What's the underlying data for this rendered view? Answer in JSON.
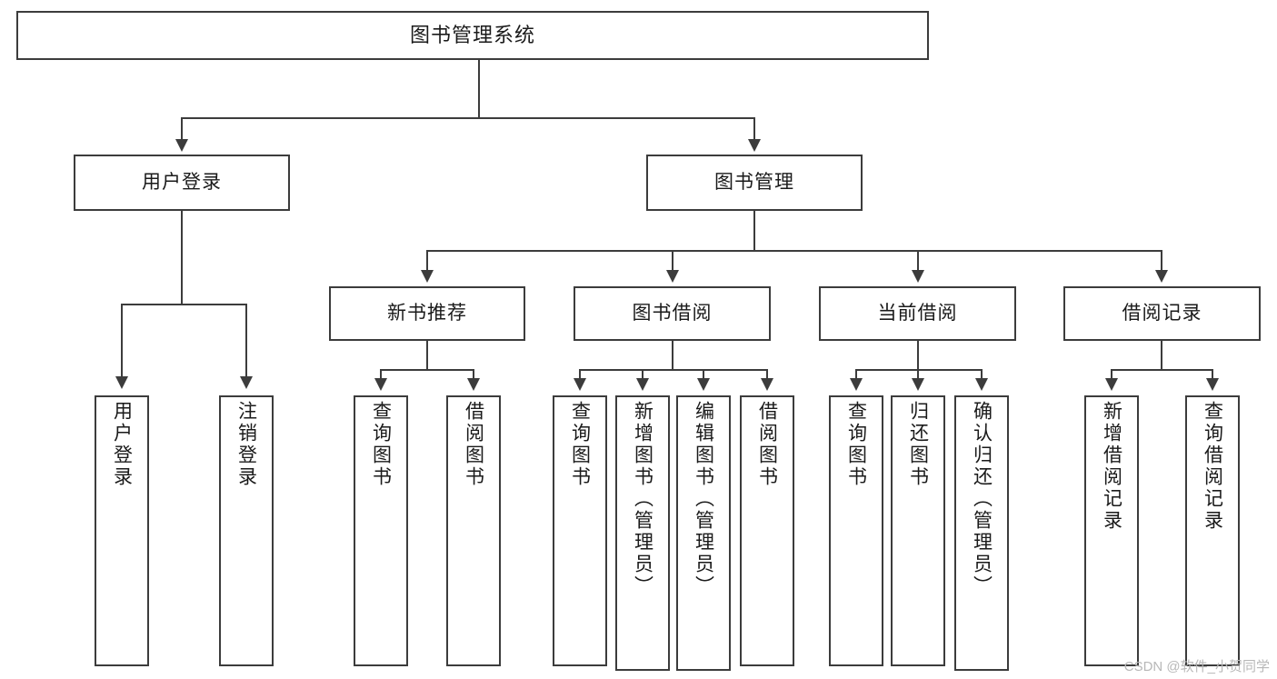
{
  "diagram": {
    "type": "tree",
    "title": "图书管理系统",
    "watermark": "CSDN @软件_小贺同学",
    "colors": {
      "stroke": "#3c3c3c",
      "fill": "#ffffff",
      "text": "#1a1a1a",
      "watermark": "#b8b8b8"
    },
    "root": {
      "label": "图书管理系统"
    },
    "level2": [
      {
        "label": "用户登录"
      },
      {
        "label": "图书管理"
      }
    ],
    "level3": [
      {
        "label": "新书推荐"
      },
      {
        "label": "图书借阅"
      },
      {
        "label": "当前借阅"
      },
      {
        "label": "借阅记录"
      }
    ],
    "leaves": {
      "user_login": [
        {
          "label": "用户登录"
        },
        {
          "label": "注销登录"
        }
      ],
      "new_book": [
        {
          "label": "查询图书"
        },
        {
          "label": "借阅图书"
        }
      ],
      "book_borrow": [
        {
          "label": "查询图书"
        },
        {
          "label": "新增图书（管理员）"
        },
        {
          "label": "编辑图书（管理员）"
        },
        {
          "label": "借阅图书"
        }
      ],
      "current_borrow": [
        {
          "label": "查询图书"
        },
        {
          "label": "归还图书"
        },
        {
          "label": "确认归还（管理员）"
        }
      ],
      "borrow_record": [
        {
          "label": "新增借阅记录"
        },
        {
          "label": "查询借阅记录"
        }
      ]
    }
  }
}
